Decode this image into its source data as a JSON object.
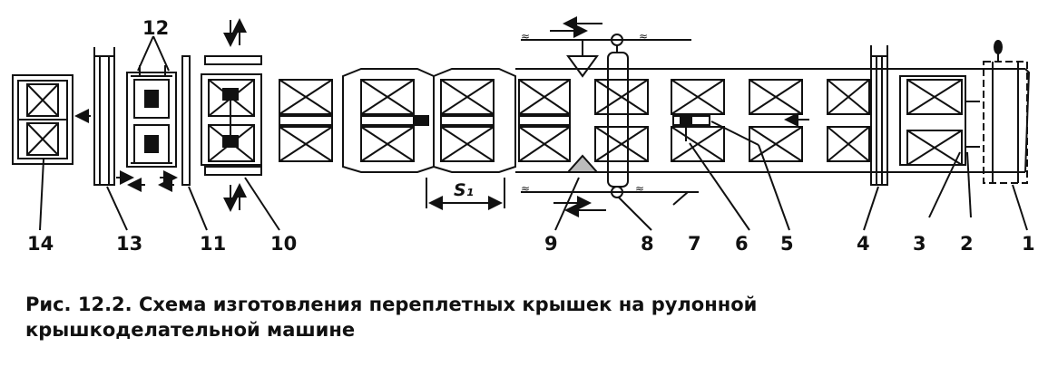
{
  "labels": {
    "n1": "1",
    "n2": "2",
    "n3": "3",
    "n4": "4",
    "n5": "5",
    "n6": "6",
    "n7": "7",
    "n8": "8",
    "n9": "9",
    "n10": "10",
    "n11": "11",
    "n12": "12",
    "n13": "13",
    "n14": "14",
    "s1": "S₁"
  },
  "caption": {
    "line1": "Рис. 12.2. Схема изготовления  переплетных  крышек на рулонной",
    "line2": "крышкоделательной машине"
  }
}
